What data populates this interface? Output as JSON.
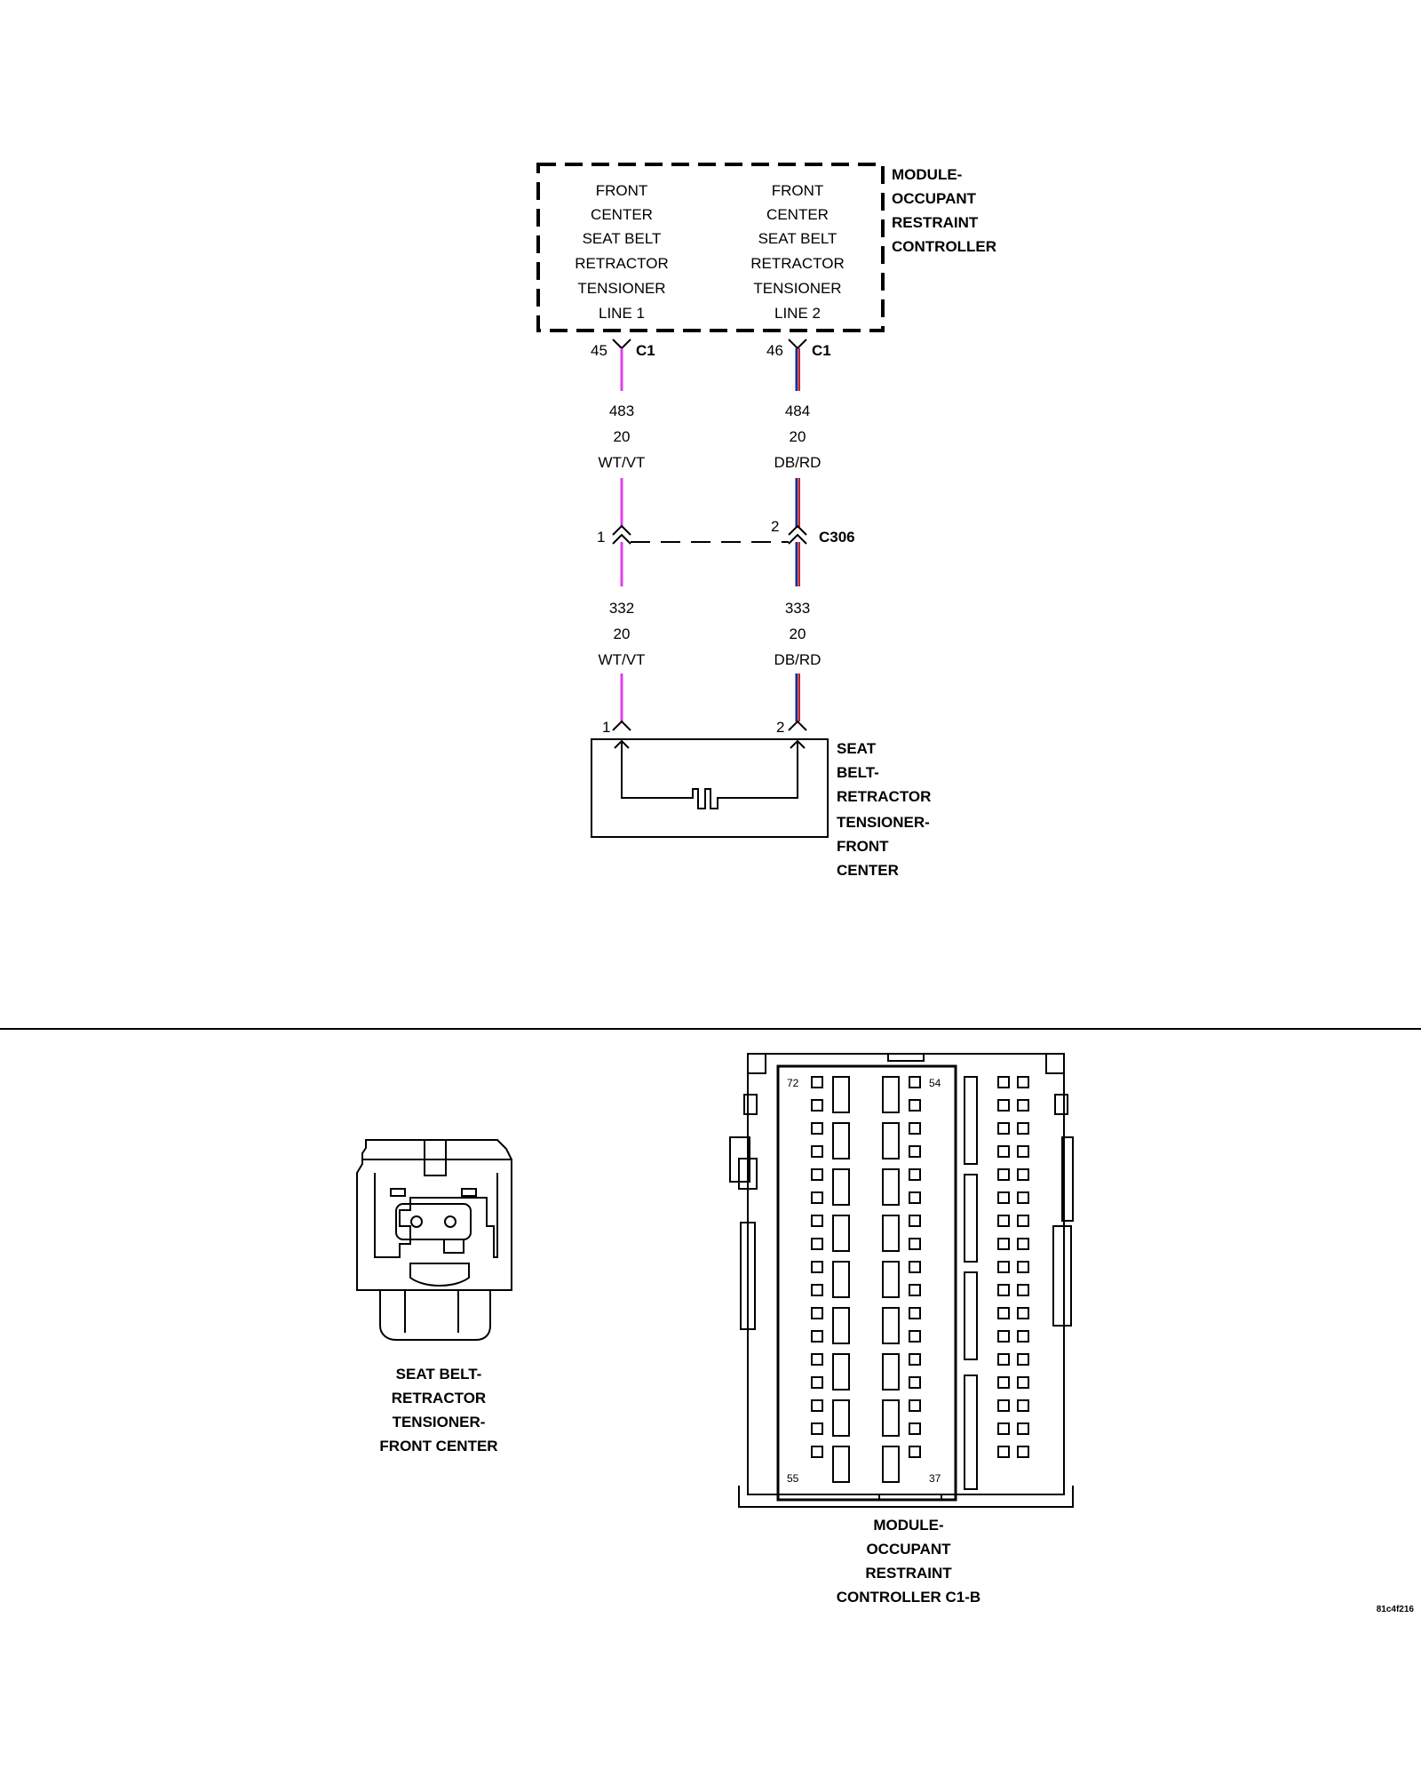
{
  "colors": {
    "wire_wt_vt": "#e040e8",
    "wire_db": "#1a2a8c",
    "wire_rd": "#d02020",
    "ink": "#000000"
  },
  "module": {
    "name_lines": [
      "MODULE-",
      "OCCUPANT",
      "RESTRAINT",
      "CONTROLLER"
    ],
    "circuit_1_lines": [
      "FRONT",
      "CENTER",
      "SEAT BELT",
      "RETRACTOR",
      "TENSIONER",
      "LINE 1"
    ],
    "circuit_2_lines": [
      "FRONT",
      "CENTER",
      "SEAT BELT",
      "RETRACTOR",
      "TENSIONER",
      "LINE 2"
    ],
    "pin_1": "45",
    "pin_2": "46",
    "connector": "C1"
  },
  "wires_upper": [
    {
      "circuit": "483",
      "gauge": "20",
      "color": "WT/VT"
    },
    {
      "circuit": "484",
      "gauge": "20",
      "color": "DB/RD"
    }
  ],
  "inline_connector": {
    "name": "C306",
    "pin_1": "1",
    "pin_2": "2"
  },
  "wires_lower": [
    {
      "circuit": "332",
      "gauge": "20",
      "color": "WT/VT"
    },
    {
      "circuit": "333",
      "gauge": "20",
      "color": "DB/RD"
    }
  ],
  "tensioner": {
    "pin_1": "1",
    "pin_2": "2",
    "name_lines": [
      "SEAT",
      "BELT-",
      "RETRACTOR",
      "TENSIONER-",
      "FRONT",
      "CENTER"
    ]
  },
  "connector_views": {
    "tensioner_name_lines": [
      "SEAT BELT-",
      "RETRACTOR",
      "TENSIONER-",
      "FRONT CENTER"
    ],
    "module_name_lines": [
      "MODULE-",
      "OCCUPANT",
      "RESTRAINT",
      "CONTROLLER C1-B"
    ],
    "module_pins": {
      "top_left": "72",
      "top_right": "54",
      "bottom_left": "55",
      "bottom_right": "37"
    }
  },
  "figure_id": "81c4f216"
}
